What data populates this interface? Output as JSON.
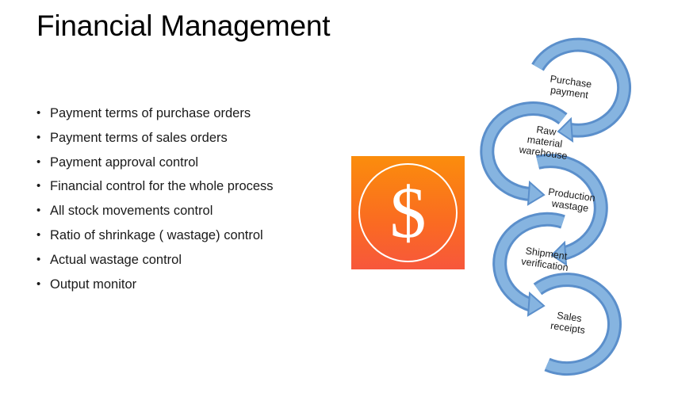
{
  "title": "Financial Management",
  "bullets": [
    "Payment terms of purchase orders",
    "Payment terms of sales orders",
    "Payment approval control",
    "Financial control  for the whole process",
    "All stock movements control",
    "Ratio of shrinkage ( wastage) control",
    "Actual wastage control",
    "Output monitor"
  ],
  "icon": {
    "name": "dollar-icon",
    "glyph": "$"
  },
  "colors": {
    "arrow_light": "#86b4e0",
    "arrow_dark": "#5b8fcb",
    "icon_top": "#fb8d0c",
    "icon_bottom": "#f7573c"
  },
  "cycle_steps": [
    "Purchase\npayment",
    "Raw\nmaterial\nwarehouse",
    "Production\nwastage",
    "Shipment\nverification",
    "Sales\nreceipts"
  ]
}
